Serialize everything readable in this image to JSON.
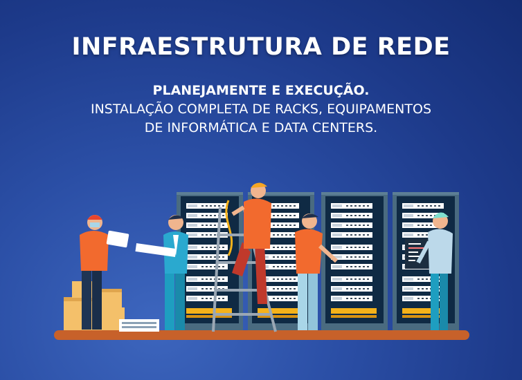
{
  "heading": {
    "title": "INFRAESTRUTURA DE REDE",
    "lead": "PLANEJAMENTE E EXECUÇÃO.",
    "line1": "INSTALAÇÃO COMPLETA DE RACKS, EQUIPAMENTOS",
    "line2": "DE INFORMÁTICA E DATA CENTERS."
  },
  "colors": {
    "background": "#2b4fa6",
    "rack": "#4a6b80",
    "rack_inner": "#0f2a44",
    "orange": "#f26a2e",
    "floor": "#c7612a"
  }
}
